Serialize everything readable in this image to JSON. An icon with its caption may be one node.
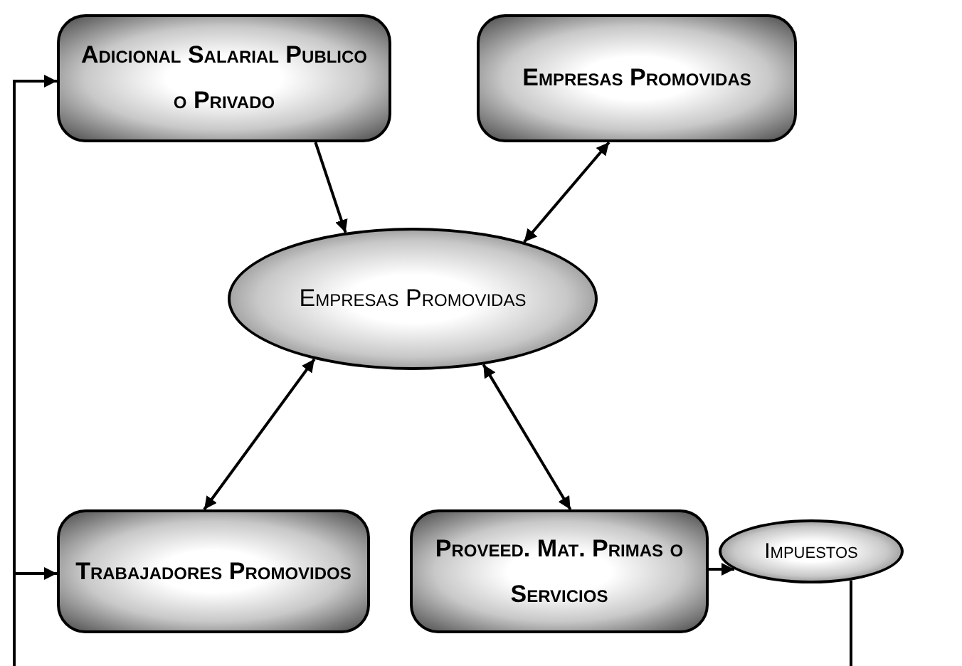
{
  "diagram": {
    "nodes": [
      {
        "text": [
          "Adicional Salarial Publico o Privado"
        ]
      },
      {
        "text": [
          "Empresas Promovidas"
        ]
      },
      {
        "text": [
          "Empresas Promovidas"
        ]
      },
      {
        "text": [
          "Trabajadores Promovidos"
        ]
      },
      {
        "text": [
          "Proveed. Mat. Primas o Servicios"
        ]
      },
      {
        "text": [
          "Impuestos"
        ]
      }
    ],
    "edges": [
      {
        "from": 0,
        "to": 2,
        "arrow": "to"
      },
      {
        "from": 1,
        "to": 2,
        "arrow": "both"
      },
      {
        "from": 2,
        "to": 3,
        "arrow": "both"
      },
      {
        "from": 2,
        "to": 4,
        "arrow": "both"
      },
      {
        "from": 4,
        "to": 5,
        "arrow": "to"
      },
      {
        "from": 5,
        "to": null,
        "arrow": "none"
      },
      {
        "from": null,
        "to": 0,
        "arrow": "to"
      },
      {
        "from": null,
        "to": 3,
        "arrow": "to"
      }
    ]
  }
}
